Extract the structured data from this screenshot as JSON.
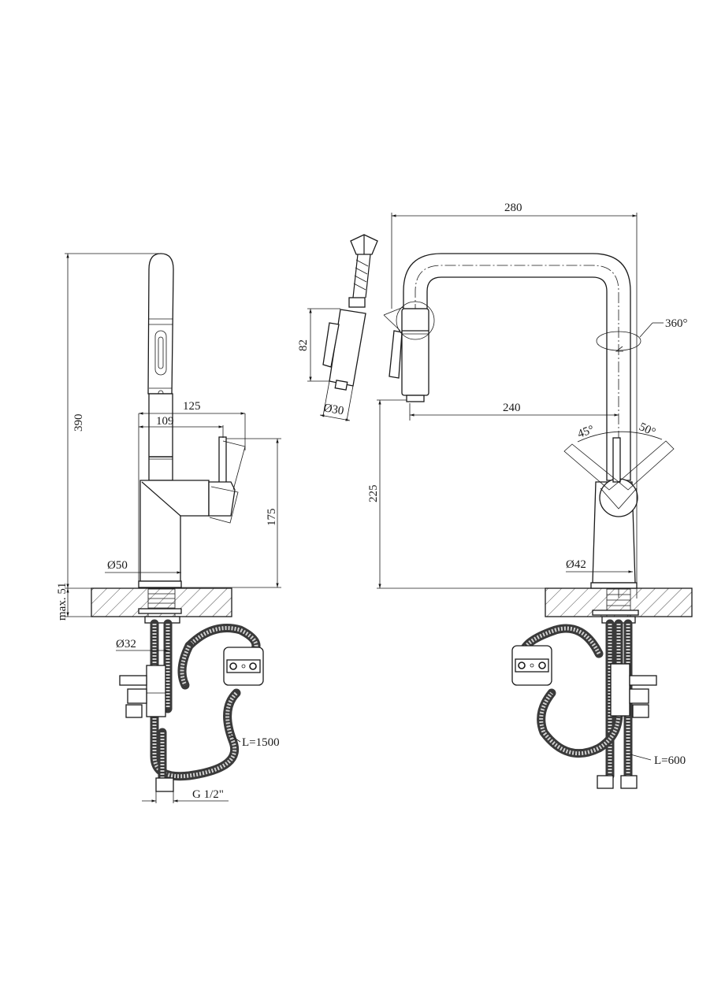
{
  "dimensions": {
    "total_height": "390",
    "max_thickness": "max. 51",
    "lever_reach": "125",
    "body_reach": "109",
    "lever_height": "175",
    "base_diameter_left": "Ø50",
    "hose_nut_diameter": "Ø32",
    "hose_length_pullout": "L=1500",
    "thread": "G 1/2\"",
    "spray_head_length": "82",
    "spray_head_diameter": "Ø30",
    "spout_width": "280",
    "spout_reach": "240",
    "spout_clearance": "225",
    "base_diameter_right": "Ø42",
    "rotation": "360°",
    "lever_angle_left": "45°",
    "lever_angle_right": "50°",
    "hose_length_supply": "L=600"
  }
}
